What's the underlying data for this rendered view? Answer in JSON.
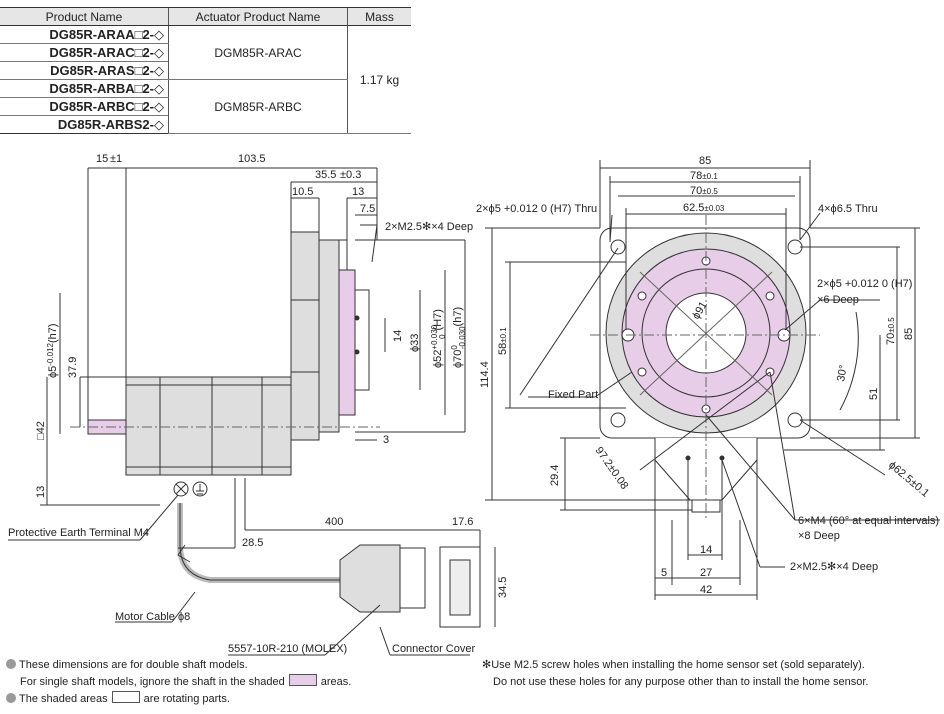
{
  "table": {
    "headers": [
      "Product Name",
      "Actuator Product Name",
      "Mass"
    ],
    "products": [
      "DG85R-ARAA□2-◇",
      "DG85R-ARAC□2-◇",
      "DG85R-ARAS□2-◇",
      "DG85R-ARBA□2-◇",
      "DG85R-ARBC□2-◇",
      "DG85R-ARBS2-◇"
    ],
    "actuators": [
      "DGM85R-ARAC",
      "DGM85R-ARBC"
    ],
    "mass": "1.17 kg"
  },
  "side_view": {
    "dims": [
      "15",
      "±1",
      "103.5",
      "35.5",
      "±0.3",
      "10.5",
      "13",
      "7.5",
      "37.9",
      "□42",
      "13",
      "14",
      "3",
      "400",
      "28.5",
      "17.6",
      "34.5"
    ],
    "stacked": {
      "shaft_dia": [
        "ϕ5",
        "-0.012",
        "(h7)"
      ],
      "d33": "ϕ33",
      "d52": [
        "ϕ52",
        "+0.030",
        "0",
        "(H7)"
      ],
      "d70": [
        "ϕ70",
        "0",
        "-0.030",
        "(h7)"
      ],
      "h114": "114.4"
    },
    "labels": {
      "m25": "2×M2.5✻×4 Deep",
      "pe": "Protective Earth Terminal M4",
      "motor_cable": "Motor Cable ϕ8",
      "molex": "5557-10R-210 (MOLEX)",
      "cover": "Connector Cover"
    }
  },
  "front_view": {
    "dims": [
      "85",
      "78",
      "±0.1",
      "70",
      "±0.5",
      "62.5",
      "±0.03",
      "85",
      "70",
      "±0.5",
      "58",
      "±0.1",
      "51",
      "29.4",
      "14",
      "27",
      "42",
      "5"
    ],
    "labels": {
      "thru_left": "2×ϕ5 +0.012 0 (H7) Thru",
      "thru_right": "4×ϕ6.5 Thru",
      "deep6": "2×ϕ5 +0.012 0 (H7)",
      "deep6b": "×6 Deep",
      "phi91": "ϕ91",
      "fixed": "Fixed Part",
      "angle": "30°",
      "d97": "97.2±0.08",
      "d62": "ϕ62.5±0.1",
      "m4": "6×M4 (60° at equal intervals)",
      "m4b": "×8 Deep",
      "m25": "2×M2.5✻×4 Deep"
    }
  },
  "notes": {
    "n1": "These dimensions are for double shaft models.",
    "n2a": "For single shaft models, ignore the shaft in the shaded",
    "n2b": "areas.",
    "n3a": "The shaded areas",
    "n3b": "are rotating parts.",
    "n4": "✻Use M2.5 screw holes when installing the home sensor set (sold separately).",
    "n5": "Do not use these holes for any purpose other than to install the home sensor."
  },
  "colors": {
    "body_gray": "#dedede",
    "shaded": "#e8cde8",
    "line": "#333333",
    "bullet": "#999999"
  }
}
